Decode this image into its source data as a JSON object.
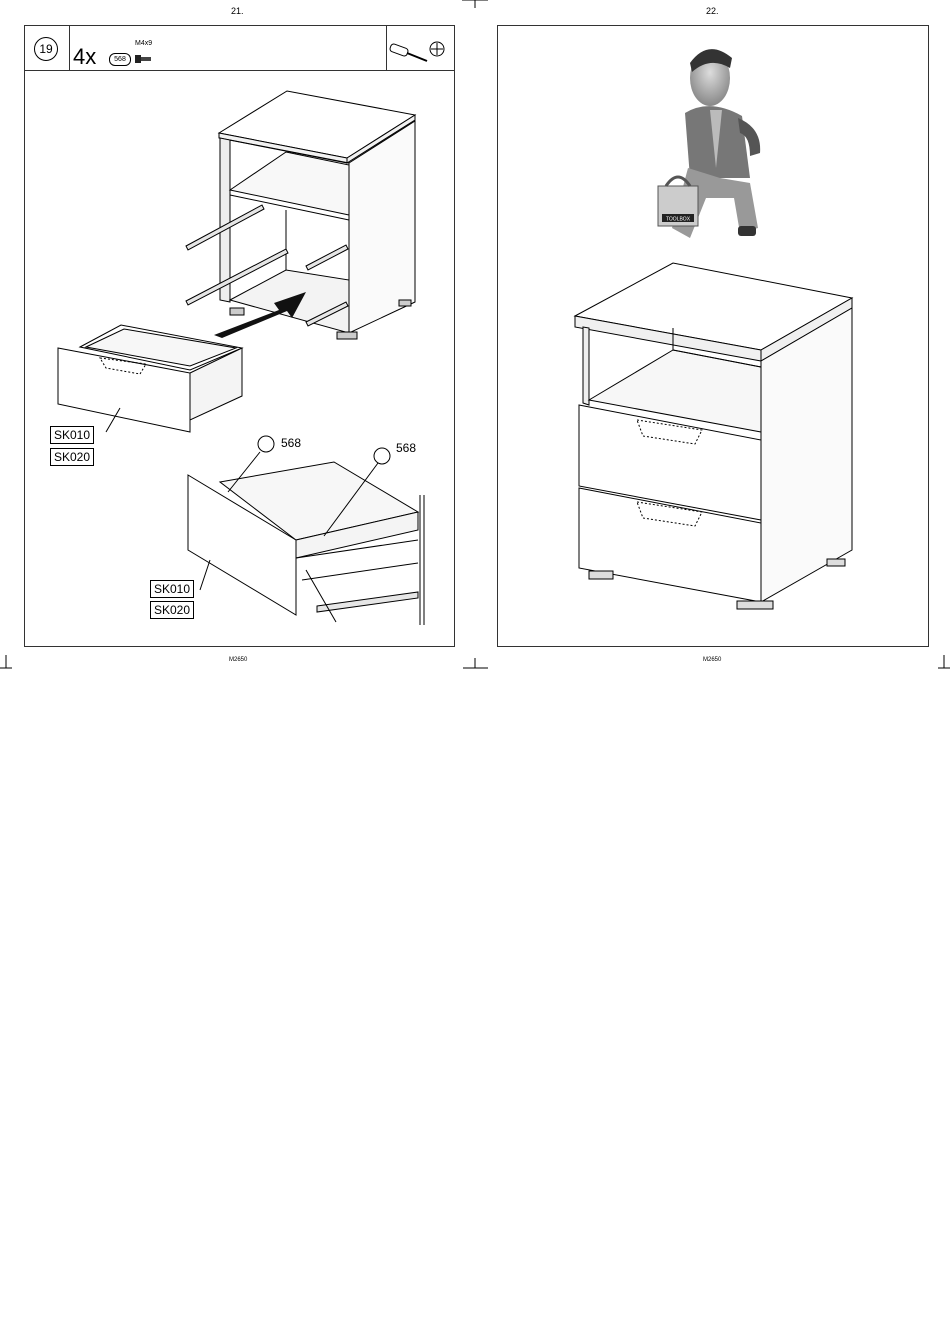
{
  "left_page": {
    "page_number": "21.",
    "step_number": "19",
    "quantity": "4x",
    "part_id": "568",
    "screw_spec": "M4x9",
    "tools": [
      "screwdriver-icon",
      "phillips-bit-icon"
    ],
    "labels": [
      "SK010",
      "SK020"
    ],
    "lower_labels": [
      "SK010",
      "SK020"
    ],
    "callouts": [
      "568",
      "568"
    ],
    "footer": "M2650"
  },
  "right_page": {
    "page_number": "22.",
    "footer": "M2650",
    "toolbox_text": "TOOLBOX"
  }
}
